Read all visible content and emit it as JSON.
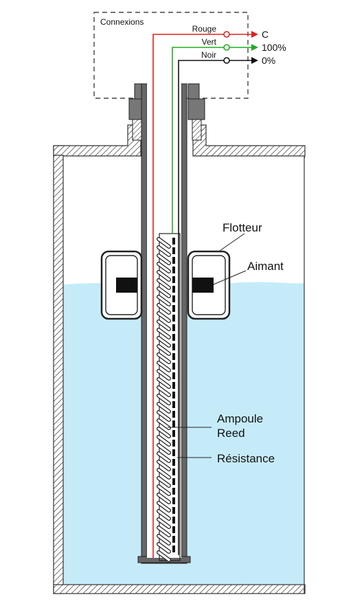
{
  "connections": {
    "title": "Connexions",
    "wires": [
      {
        "name": "Rouge",
        "terminal": "C",
        "color": "#e02020"
      },
      {
        "name": "Vert",
        "terminal": "100%",
        "color": "#22aa22"
      },
      {
        "name": "Noir",
        "terminal": "0%",
        "color": "#111111"
      }
    ]
  },
  "labels": {
    "float": "Flotteur",
    "magnet": "Aimant",
    "reed_line1": "Ampoule",
    "reed_line2": "Reed",
    "resistor": "Résistance"
  },
  "colors": {
    "water": "#c5ebf9",
    "tank_hatch": "#333333",
    "tube": "#555555",
    "black": "#111111"
  }
}
